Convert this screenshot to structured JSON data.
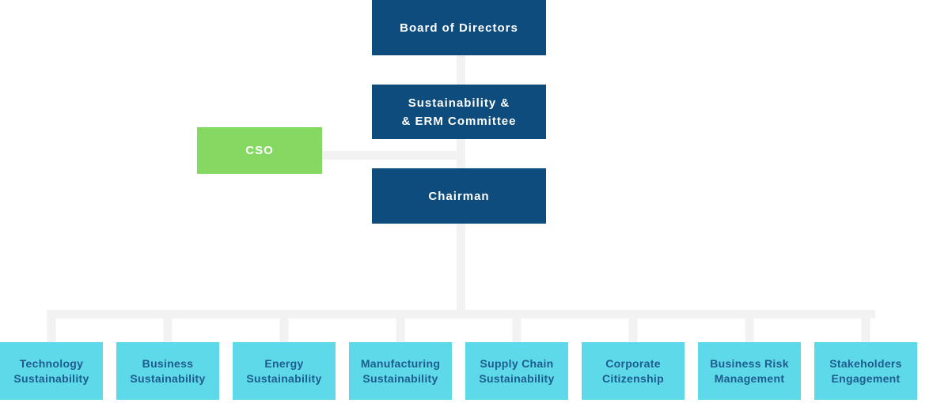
{
  "chart_type": "org-chart",
  "colors": {
    "node_dark_blue": "#0d4c7d",
    "node_green": "#85d962",
    "node_cyan": "#5dd9ea",
    "node_text_white": "#ffffff",
    "dept_text_blue": "#1d5c8c",
    "connector_gray": "#f2f2f2",
    "background": "#ffffff"
  },
  "nodes": {
    "board": {
      "label": "Board of Directors"
    },
    "committee": {
      "label": "Sustainability &\n& ERM Committee"
    },
    "chairman": {
      "label": "Chairman"
    },
    "cso": {
      "label": "CSO"
    }
  },
  "departments": [
    {
      "label": "Technology\nSustainability"
    },
    {
      "label": "Business\nSustainability"
    },
    {
      "label": "Energy\nSustainability"
    },
    {
      "label": "Manufacturing\nSustainability"
    },
    {
      "label": "Supply Chain\nSustainability"
    },
    {
      "label": "Corporate\nCitizenship"
    },
    {
      "label": "Business Risk\nManagement"
    },
    {
      "label": "Stakeholders\nEngagement"
    }
  ]
}
